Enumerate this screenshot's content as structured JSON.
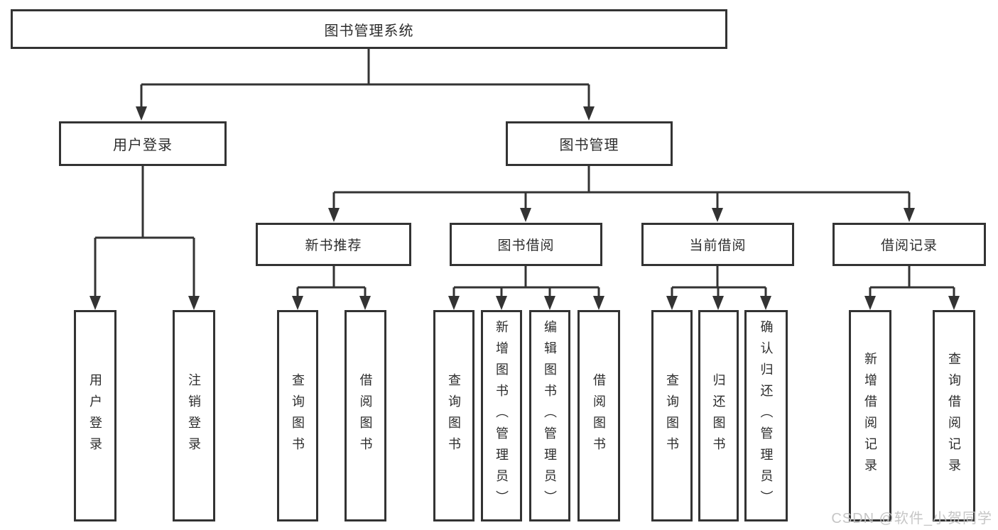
{
  "colors": {
    "line": "#333333",
    "text": "#2d2d2d",
    "background": "#ffffff",
    "watermark": "#c1c1c1"
  },
  "watermark": {
    "text": "CSDN @软件_小贺同学"
  },
  "tree": {
    "label": "图书管理系统",
    "children": [
      {
        "label": "用户登录",
        "children": [
          {
            "label": "用户登录"
          },
          {
            "label": "注销登录"
          }
        ]
      },
      {
        "label": "图书管理",
        "children": [
          {
            "label": "新书推荐",
            "children": [
              {
                "label": "查询图书"
              },
              {
                "label": "借阅图书"
              }
            ]
          },
          {
            "label": "图书借阅",
            "children": [
              {
                "label": "查询图书"
              },
              {
                "label": "新增图书（管理员）"
              },
              {
                "label": "编辑图书（管理员）"
              },
              {
                "label": "借阅图书"
              }
            ]
          },
          {
            "label": "当前借阅",
            "children": [
              {
                "label": "查询图书"
              },
              {
                "label": "归还图书"
              },
              {
                "label": "确认归还（管理员）"
              }
            ]
          },
          {
            "label": "借阅记录",
            "children": [
              {
                "label": "新增借阅记录"
              },
              {
                "label": "查询借阅记录"
              }
            ]
          }
        ]
      }
    ]
  }
}
